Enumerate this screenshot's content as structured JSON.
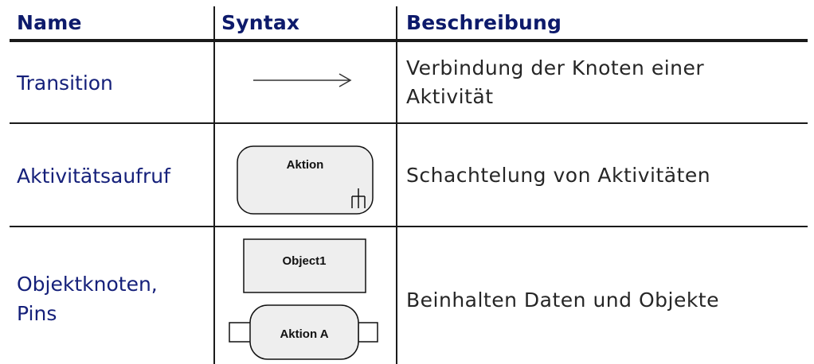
{
  "headers": {
    "name": "Name",
    "syntax": "Syntax",
    "description": "Beschreibung"
  },
  "rows": [
    {
      "name": "Transition",
      "description": "Verbindung der Knoten einer Aktivität",
      "description_lines": [
        "Verbindung der Knoten einer",
        "Aktivität"
      ]
    },
    {
      "name": "Aktivitätsaufruf",
      "description": "Schachtelung von Aktivitäten",
      "symbol_label": "Aktion"
    },
    {
      "name": "Objektknoten, Pins",
      "name_lines": [
        "Objektknoten,",
        "Pins"
      ],
      "description": "Beinhalten Daten und Objekte",
      "object_label": "Object1",
      "action_label": "Aktion A"
    }
  ],
  "colors": {
    "header_text": "#0d1a6b",
    "name_text": "#15207a",
    "description_text": "#262626",
    "shape_fill": "#eeeeee",
    "rule": "#1a1a1a"
  }
}
